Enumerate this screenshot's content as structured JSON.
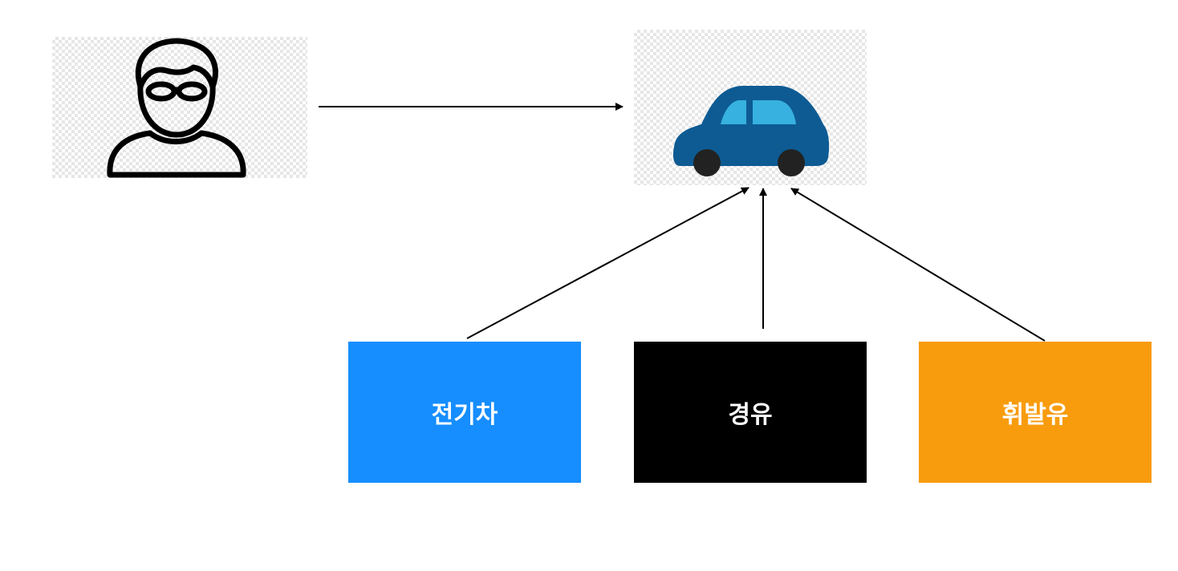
{
  "nodes": {
    "person": {
      "icon": "person-glasses-icon"
    },
    "car": {
      "icon": "car-icon",
      "body_color": "#0e5b93",
      "window_color": "#36b1e0",
      "wheel_color": "#222222"
    },
    "fuel_types": [
      {
        "label": "전기차",
        "color": "#168eff"
      },
      {
        "label": "경유",
        "color": "#000000"
      },
      {
        "label": "휘발유",
        "color": "#f89c0e"
      }
    ]
  },
  "edges": [
    {
      "from": "person",
      "to": "car"
    },
    {
      "from": "전기차",
      "to": "car"
    },
    {
      "from": "경유",
      "to": "car"
    },
    {
      "from": "휘발유",
      "to": "car"
    }
  ]
}
